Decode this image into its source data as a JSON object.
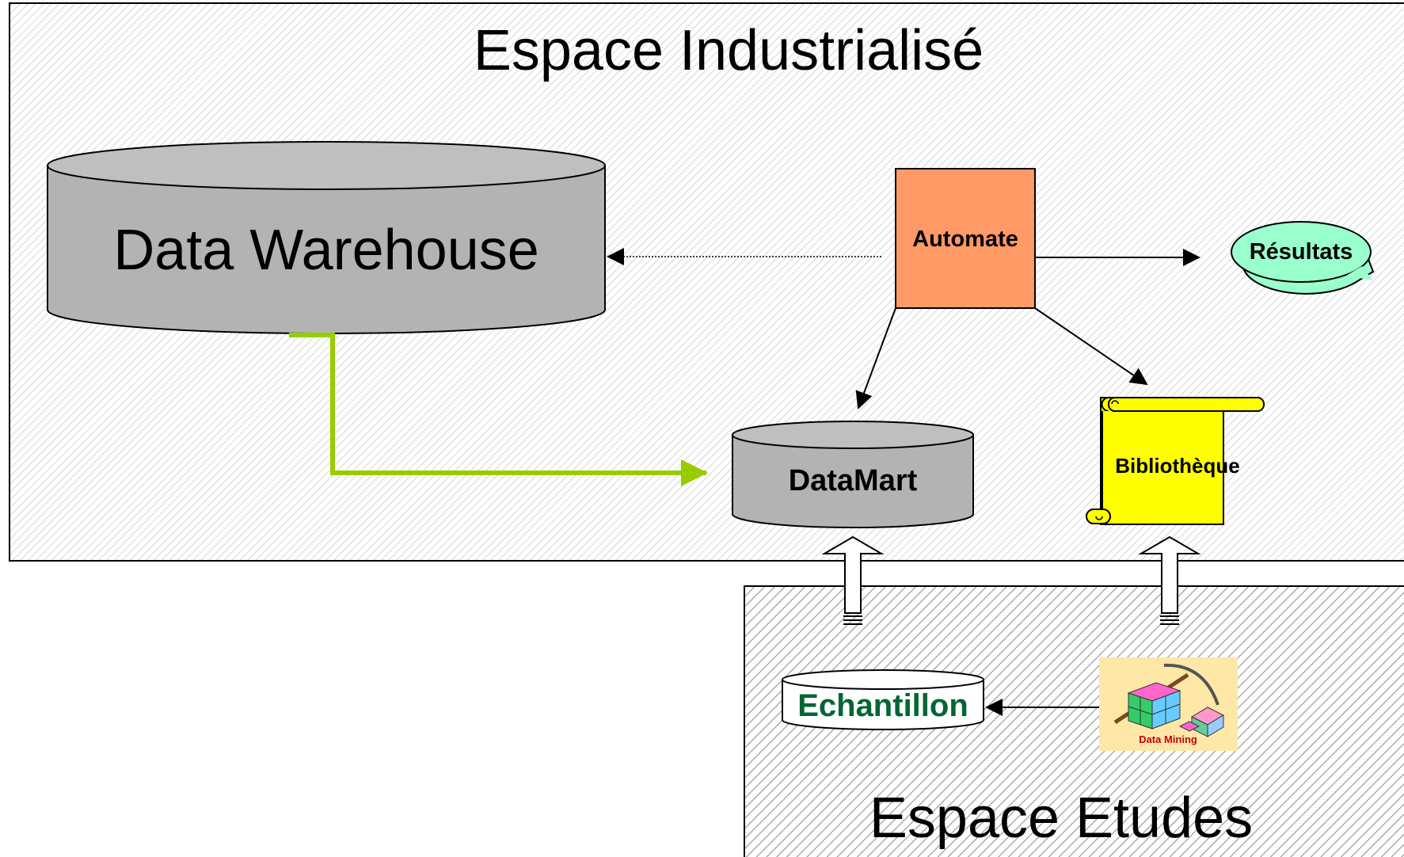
{
  "zones": {
    "industrial_title": "Espace Industrialisé",
    "studies_title": "Espace Etudes"
  },
  "nodes": {
    "data_warehouse": "Data Warehouse",
    "automate": "Automate",
    "resultats": "Résultats",
    "datamart": "DataMart",
    "bibliotheque": "Bibliothèque",
    "echantillon": "Echantillon",
    "data_mining": "Data Mining"
  },
  "colors": {
    "automate_fill": "#ff9966",
    "resultats_fill": "#99ffcc",
    "bibliotheque_fill": "#ffff00",
    "cylinder_fill": "#b3b3b3",
    "feed_arrow": "#99cc00",
    "echantillon_text": "#006633",
    "data_mining_bg": "#ffe7a8",
    "data_mining_text": "#cc0000"
  }
}
